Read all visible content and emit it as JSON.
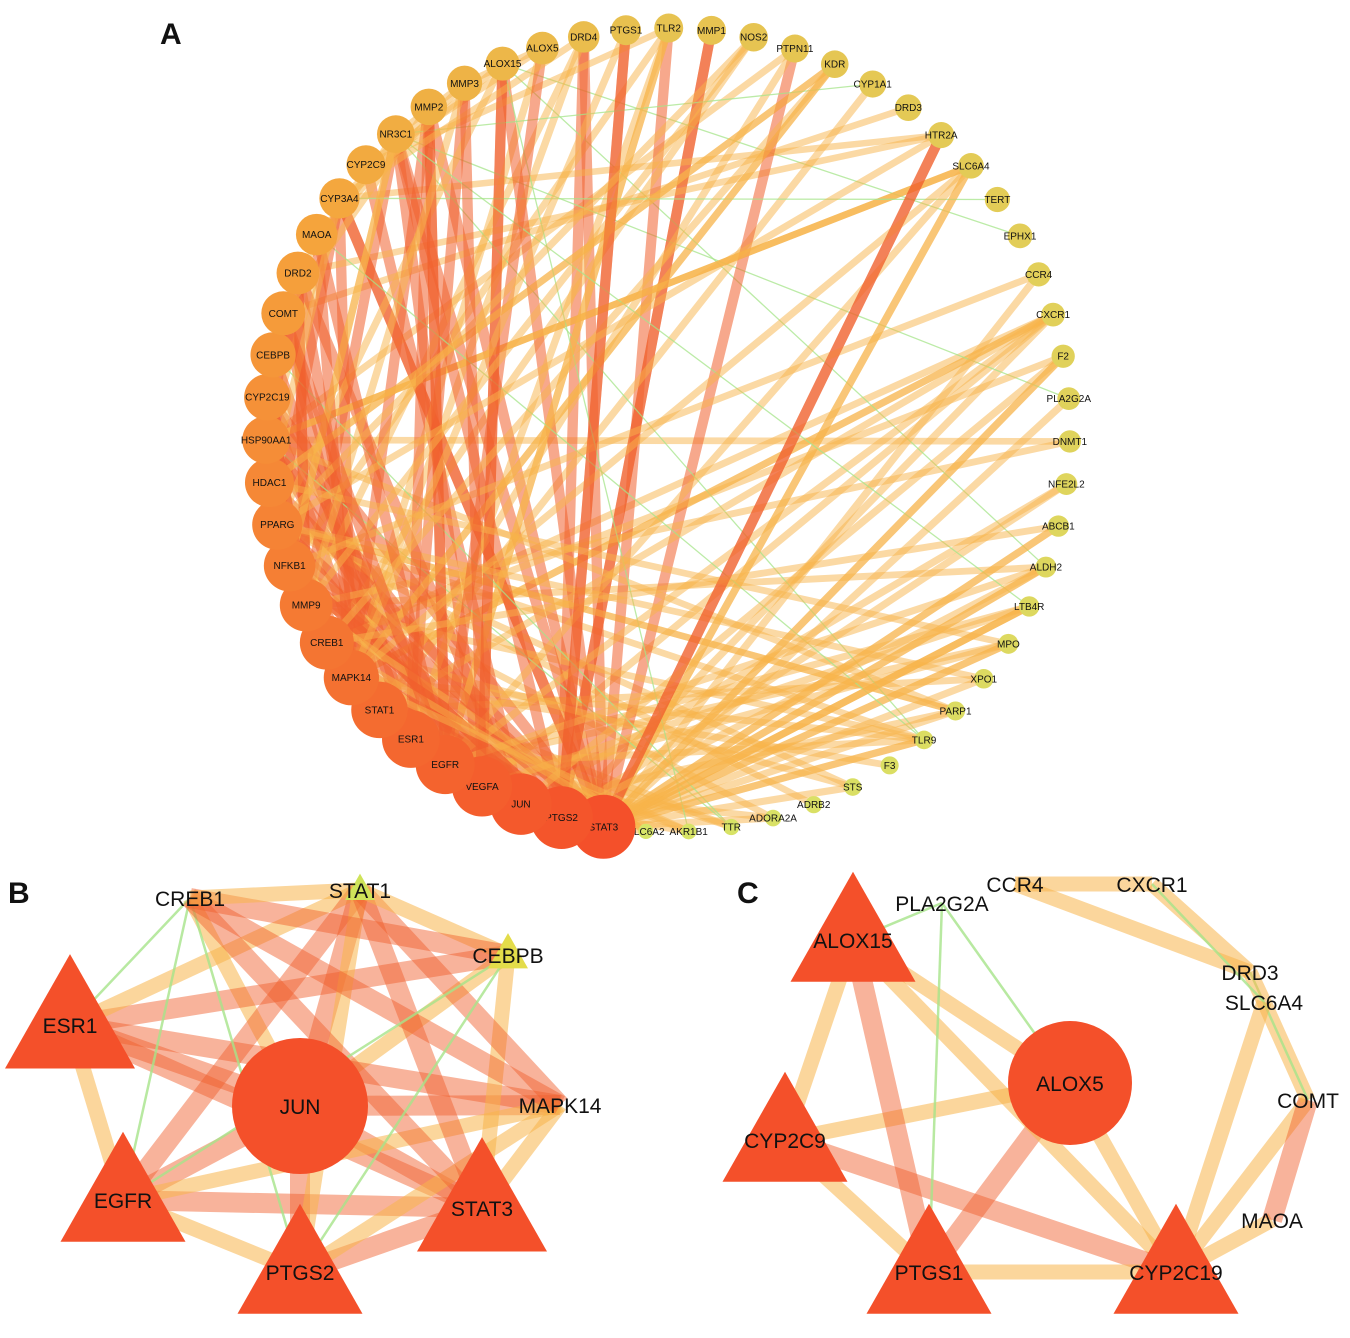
{
  "panels": {
    "a": {
      "label": "A",
      "nodes": [
        "PTGS1",
        "TLR2",
        "MMP1",
        "NOS2",
        "PTPN11",
        "KDR",
        "CYP1A1",
        "DRD3",
        "HTR2A",
        "SLC6A4",
        "TERT",
        "EPHX1",
        "CCR4",
        "CXCR1",
        "F2",
        "PLA2G2A",
        "DNMT1",
        "NFE2L2",
        "ABCB1",
        "ALDH2",
        "LTB4R",
        "MPO",
        "XPO1",
        "PARP1",
        "TLR9",
        "F3",
        "STS",
        "ADRB2",
        "ADORA2A",
        "TTR",
        "AKR1B1",
        "SLC6A2",
        "STAT3",
        "PTGS2",
        "JUN",
        "VEGFA",
        "EGFR",
        "ESR1",
        "STAT1",
        "MAPK14",
        "CREB1",
        "MMP9",
        "NFKB1",
        "PPARG",
        "HDAC1",
        "HSP90AA1",
        "CYP2C19",
        "CEBPB",
        "COMT",
        "DRD2",
        "MAOA",
        "CYP3A4",
        "CYP2C9",
        "NR3C1",
        "MMP2",
        "MMP3",
        "ALOX15",
        "ALOX5",
        "DRD4"
      ]
    },
    "b": {
      "label": "B",
      "nodes": [
        {
          "id": "JUN",
          "shape": "circle"
        },
        {
          "id": "ESR1",
          "shape": "triangle"
        },
        {
          "id": "EGFR",
          "shape": "triangle"
        },
        {
          "id": "PTGS2",
          "shape": "triangle"
        },
        {
          "id": "STAT3",
          "shape": "triangle"
        },
        {
          "id": "MAPK14",
          "shape": "triangle"
        },
        {
          "id": "CEBPB",
          "shape": "triangle"
        },
        {
          "id": "STAT1",
          "shape": "triangle"
        },
        {
          "id": "CREB1",
          "shape": "triangle"
        }
      ]
    },
    "c": {
      "label": "C",
      "nodes": [
        {
          "id": "ALOX5",
          "shape": "circle"
        },
        {
          "id": "ALOX15",
          "shape": "triangle"
        },
        {
          "id": "CYP2C9",
          "shape": "triangle"
        },
        {
          "id": "PTGS1",
          "shape": "triangle"
        },
        {
          "id": "CYP2C19",
          "shape": "triangle"
        },
        {
          "id": "PLA2G2A",
          "shape": "none"
        },
        {
          "id": "CCR4",
          "shape": "none"
        },
        {
          "id": "CXCR1",
          "shape": "none"
        },
        {
          "id": "DRD3",
          "shape": "none"
        },
        {
          "id": "SLC6A4",
          "shape": "none"
        },
        {
          "id": "COMT",
          "shape": "none"
        },
        {
          "id": "MAOA",
          "shape": "none"
        }
      ]
    }
  },
  "colors": {
    "high": "#f4502a",
    "mid": "#f5a43c",
    "low": "#d6e86a",
    "edge_strong": "#f0602e",
    "edge_mid": "#f7b44a",
    "edge_weak": "#a6e48a"
  }
}
